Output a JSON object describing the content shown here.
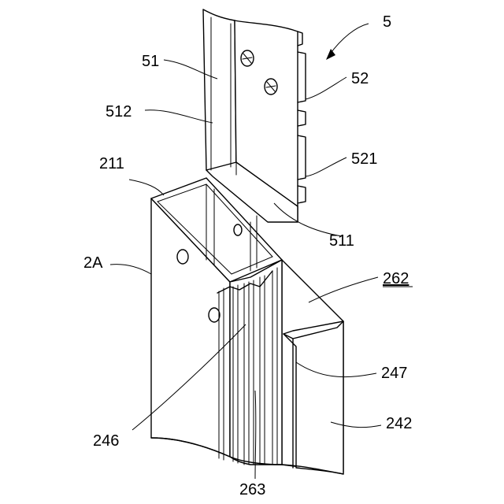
{
  "labels": {
    "l5": "5",
    "l51": "51",
    "l52": "52",
    "l512": "512",
    "l521": "521",
    "l211": "211",
    "l511": "511",
    "l2A": "2A",
    "l262": "262",
    "l247": "247",
    "l242": "242",
    "l246": "246",
    "l263": "263"
  }
}
